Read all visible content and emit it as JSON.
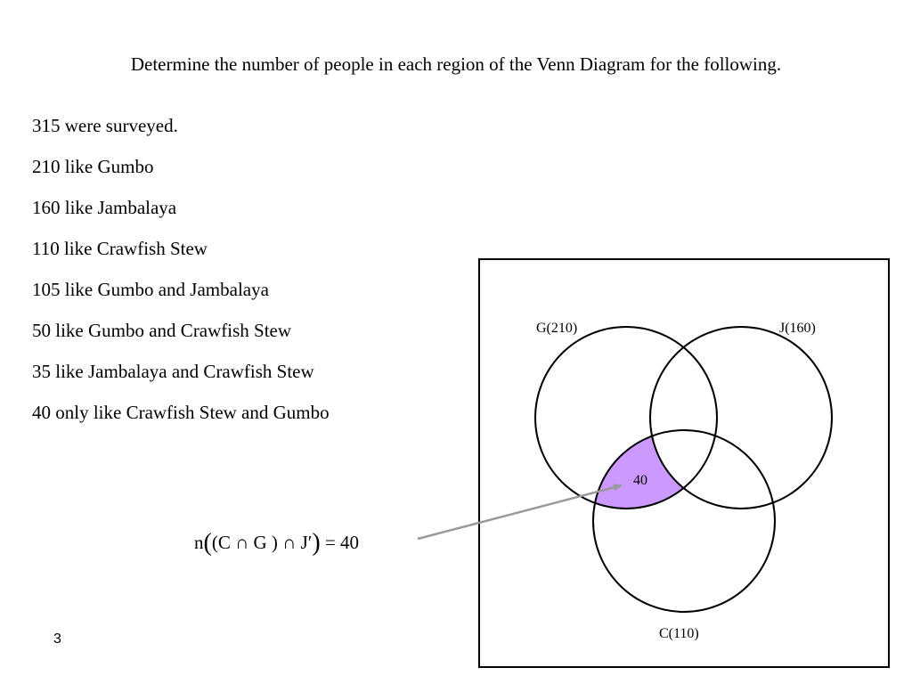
{
  "title": "Determine the number of people in each region of the Venn Diagram for the following.",
  "facts": [
    "315 were surveyed.",
    "210 like Gumbo",
    "160 like Jambalaya",
    "110 like Crawfish Stew",
    "105 like Gumbo and Jambalaya",
    "50 like Gumbo and Crawfish Stew",
    "35 like Jambalaya and Crawfish Stew",
    "40 only like Crawfish Stew and Gumbo"
  ],
  "formula": {
    "prefix": "n",
    "open": "(",
    "inner": "(C ∩ G ) ∩ J′",
    "close": ")",
    "result": " = 40"
  },
  "venn": {
    "labels": {
      "g": "G(210)",
      "j": "J(160)",
      "c": "C(110)"
    },
    "region_value": "40",
    "highlight_color": "#cc99ff"
  },
  "slide_number": "3"
}
